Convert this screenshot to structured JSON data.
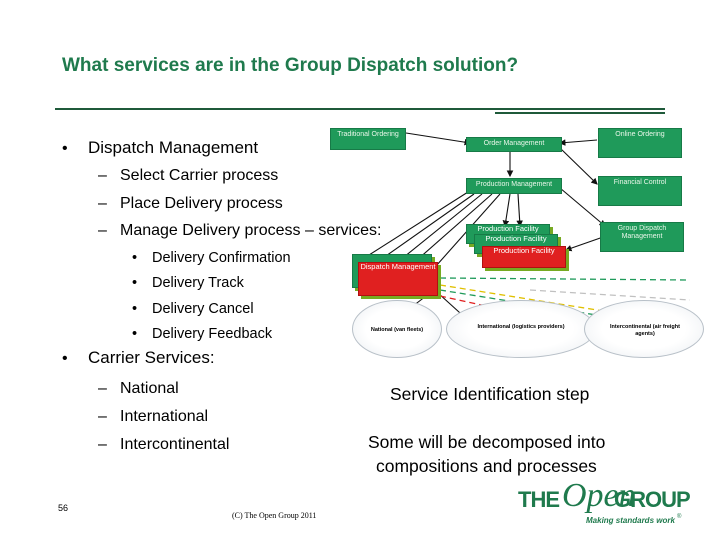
{
  "slide": {
    "title": "What services are in the Group Dispatch solution?",
    "bullets": {
      "dispatch_management": "Dispatch Management",
      "select_carrier": "Select Carrier process",
      "place_delivery": "Place Delivery process",
      "manage_delivery": "Manage Delivery process – services:",
      "delivery_confirmation": "Delivery Confirmation",
      "delivery_track": "Delivery Track",
      "delivery_cancel": "Delivery Cancel",
      "delivery_feedback": "Delivery Feedback",
      "carrier_services": "Carrier Services:",
      "national": "National",
      "international": "International",
      "intercontinental": "Intercontinental"
    },
    "bullet_symbols": {
      "level1": "•",
      "level2": "–",
      "level3": "•"
    },
    "diagram": {
      "traditional_ordering": "Traditional Ordering",
      "order_management": "Order Management",
      "online_ordering": "Online Ordering",
      "production_management": "Production Management",
      "financial_control": "Financial Control",
      "production_facility_1": "Production Facility",
      "production_facility_2": "Production Facility",
      "production_facility_3": "Production Facility",
      "group_dispatch_management": "Group Dispatch Management",
      "dispatch_management_box": "Dispatch Management",
      "national_carrier": "National (van fleets)",
      "international_carrier": "International (logistics providers)",
      "intercontinental_carrier": "Intercontinental (air freight agents)"
    },
    "step_label": "Service Identification step",
    "note_line1": "Some will be decomposed into",
    "note_line2": "compositions and processes",
    "page_number": "56",
    "copyright": "(C) The Open Group 2011",
    "logo": {
      "the": "THE",
      "open": "Open",
      "group": "GROUP",
      "tagline": "Making standards work",
      "mark": "®"
    },
    "colors": {
      "title": "#1f7a4d",
      "service_box": "#1f9a5a",
      "dispatch_box": "#e02020"
    }
  }
}
